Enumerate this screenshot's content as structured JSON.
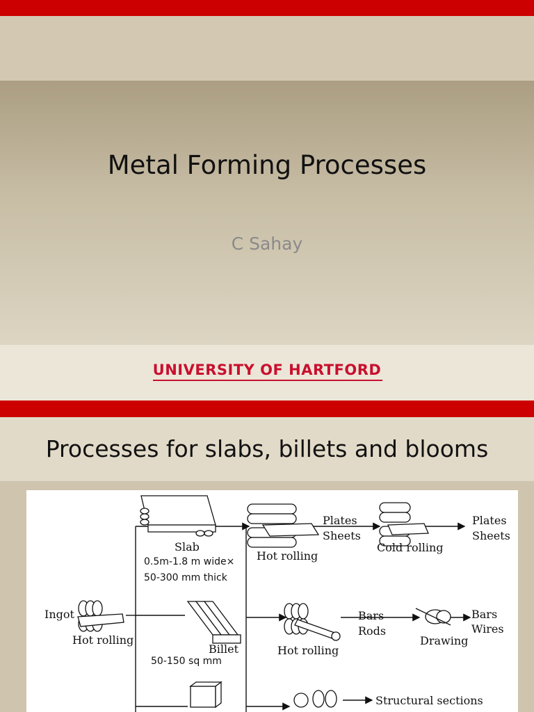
{
  "slide1": {
    "title": "Metal Forming Processes",
    "author": "C Sahay",
    "logo": "UNIVERSITY OF HARTFORD"
  },
  "slide2": {
    "title": "Processes for slabs, billets and blooms",
    "diagram": {
      "ingot": "Ingot",
      "hot_rolling_1": "Hot rolling",
      "slab": "Slab",
      "slab_dims_1": "0.5m-1.8 m wide×",
      "slab_dims_2": "50-300 mm thick",
      "hot_rolling_2": "Hot rolling",
      "plates_1": "Plates",
      "sheets_1": "Sheets",
      "cold_rolling": "Cold rolling",
      "plates_2": "Plates",
      "sheets_2": "Sheets",
      "billet": "Billet",
      "billet_dims": "50-150 sq mm",
      "hot_rolling_3": "Hot rolling",
      "bars_1": "Bars",
      "rods": "Rods",
      "drawing": "Drawing",
      "bars_2": "Bars",
      "wires": "Wires",
      "structural": "Structural sections"
    }
  },
  "colors": {
    "accent_red": "#cc0000",
    "logo_red": "#c8102e",
    "slide_background": "#d7ceb8",
    "title_band": "#ad9f84"
  }
}
